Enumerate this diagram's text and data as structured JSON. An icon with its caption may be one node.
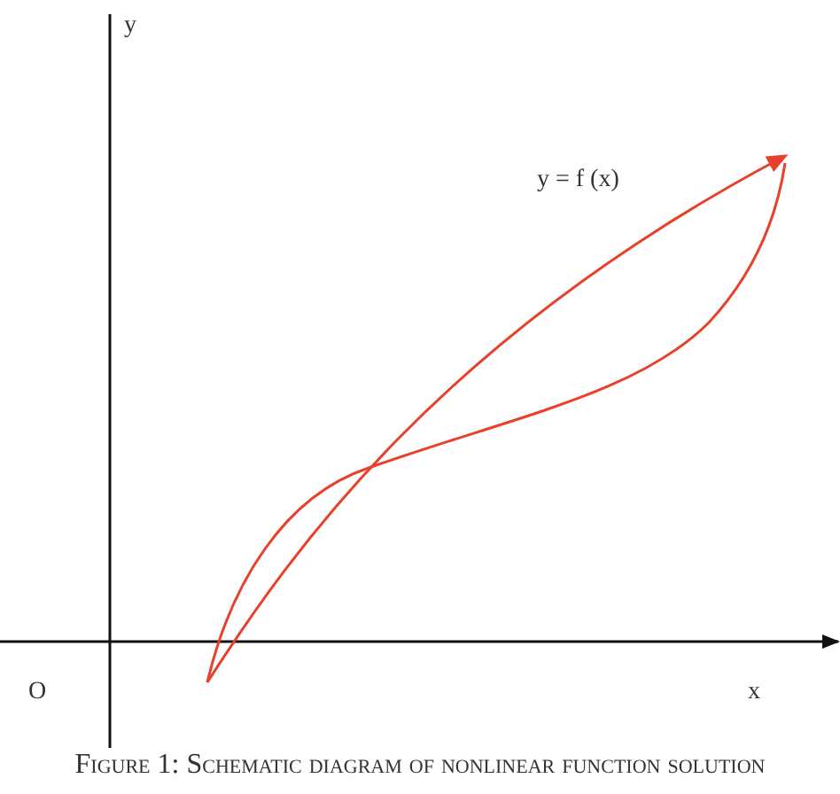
{
  "diagram": {
    "caption": "Figure 1: Schematic diagram of nonlinear function solution",
    "labels": [
      "y",
      "y = f (x)",
      "O",
      "x"
    ]
  }
}
